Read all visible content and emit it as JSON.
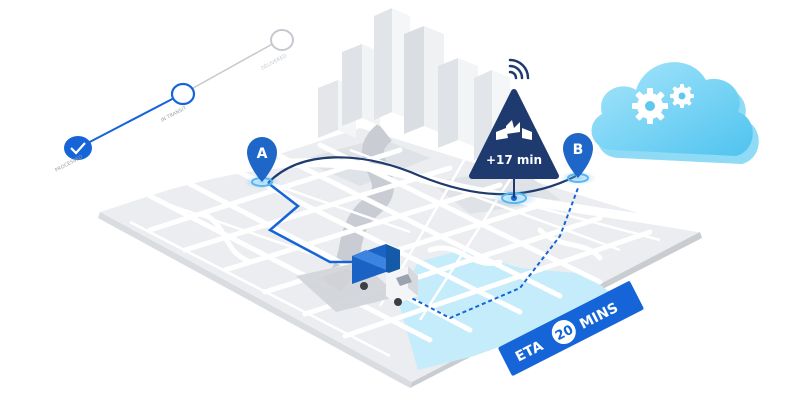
{
  "progress": {
    "steps": [
      {
        "label": "PROCESSED",
        "state": "done"
      },
      {
        "label": "IN TRANSIT",
        "state": "current"
      },
      {
        "label": "DELIVERED",
        "state": "pending"
      }
    ]
  },
  "pins": {
    "start": "A",
    "end": "B"
  },
  "alert": {
    "delay": "+17 min"
  },
  "eta": {
    "prefix": "ETA",
    "value": "20",
    "unit": "MINS"
  },
  "icons": [
    "check-icon",
    "wifi-signal-icon",
    "collision-icon",
    "gear-icon",
    "cloud-icon",
    "truck-icon",
    "map-pin-icon"
  ],
  "colors": {
    "primary": "#1565d8",
    "navy": "#1e3a6e",
    "cloud": "#7fd3f2",
    "water": "#bfeaf8",
    "map": "#e9ebee",
    "road": "#ffffff"
  }
}
